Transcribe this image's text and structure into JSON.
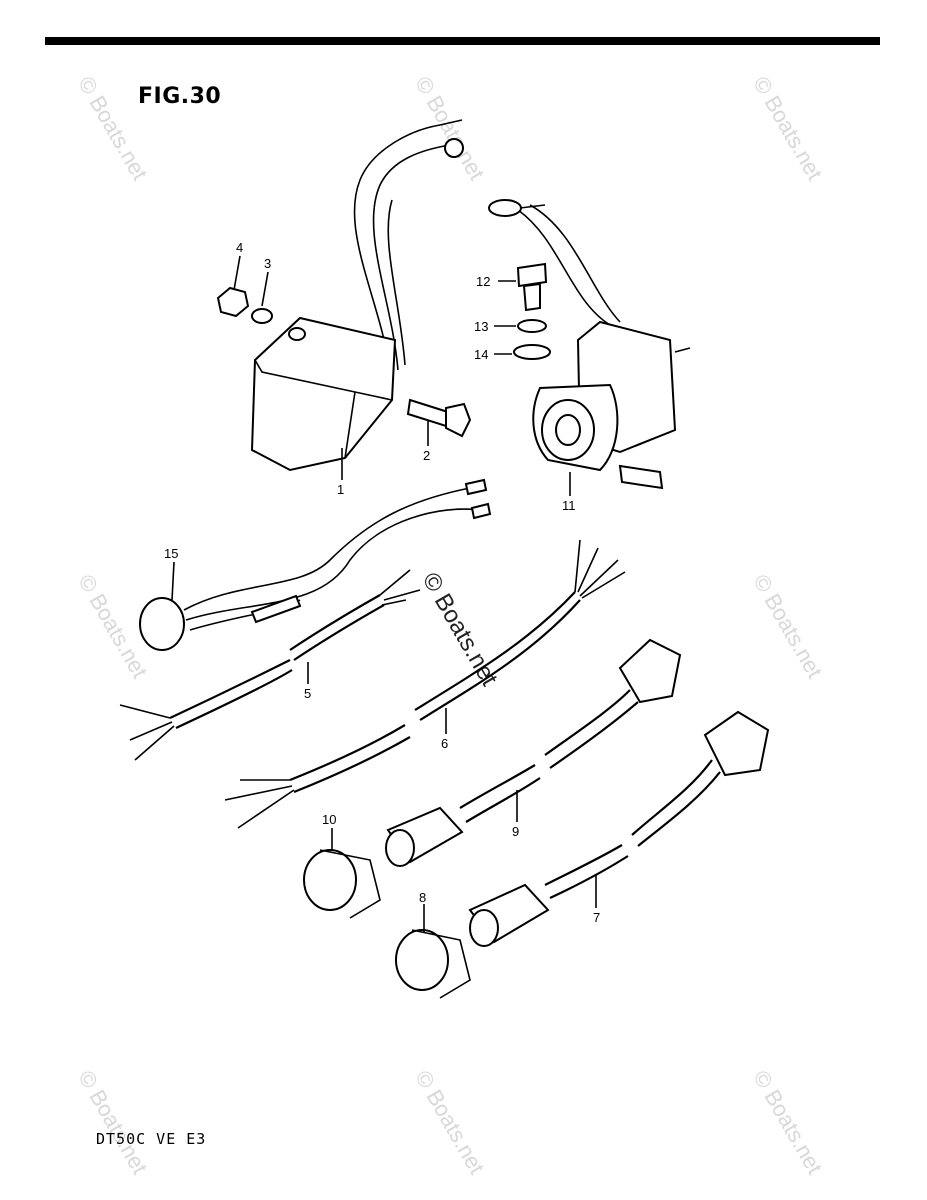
{
  "figure": {
    "title": "FIG.30",
    "model": "DT50C VE E3"
  },
  "watermark": {
    "text": "© Boats.net"
  },
  "callouts": [
    {
      "id": "1",
      "label": "1"
    },
    {
      "id": "2",
      "label": "2"
    },
    {
      "id": "3",
      "label": "3"
    },
    {
      "id": "4",
      "label": "4"
    },
    {
      "id": "5",
      "label": "5"
    },
    {
      "id": "6",
      "label": "6"
    },
    {
      "id": "7",
      "label": "7"
    },
    {
      "id": "8",
      "label": "8"
    },
    {
      "id": "9",
      "label": "9"
    },
    {
      "id": "10",
      "label": "10"
    },
    {
      "id": "11",
      "label": "11"
    },
    {
      "id": "12",
      "label": "12"
    },
    {
      "id": "13",
      "label": "13"
    },
    {
      "id": "14",
      "label": "14"
    },
    {
      "id": "15",
      "label": "15"
    }
  ],
  "colors": {
    "ink": "#000000",
    "watermark": "#d8d8d8",
    "background": "#ffffff"
  }
}
